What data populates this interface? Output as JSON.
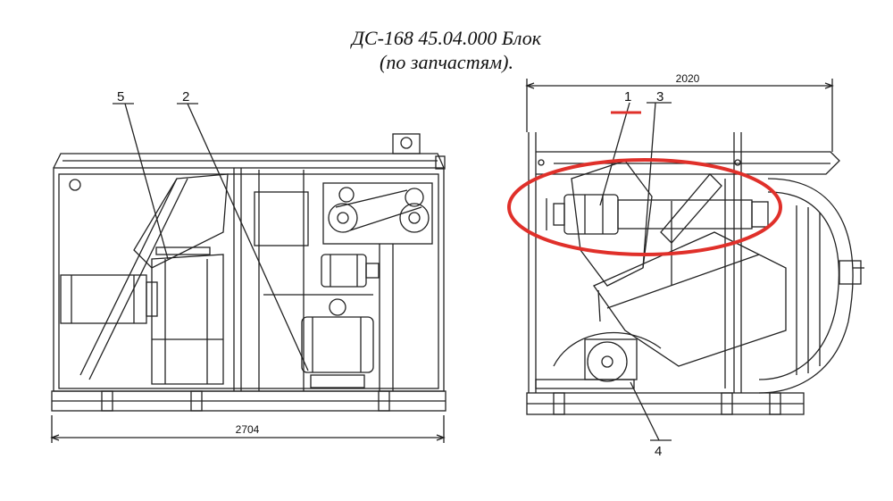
{
  "title": {
    "line1": "ДС-168 45.04.000 Блок",
    "line2": "(по запчастям)."
  },
  "dimensions": {
    "left_width": "2704",
    "right_width": "2020"
  },
  "callouts": {
    "c1": "1",
    "c2": "2",
    "c3": "3",
    "c4": "4",
    "c5": "5"
  },
  "colors": {
    "highlight": "#e0302a",
    "line": "#222222"
  }
}
